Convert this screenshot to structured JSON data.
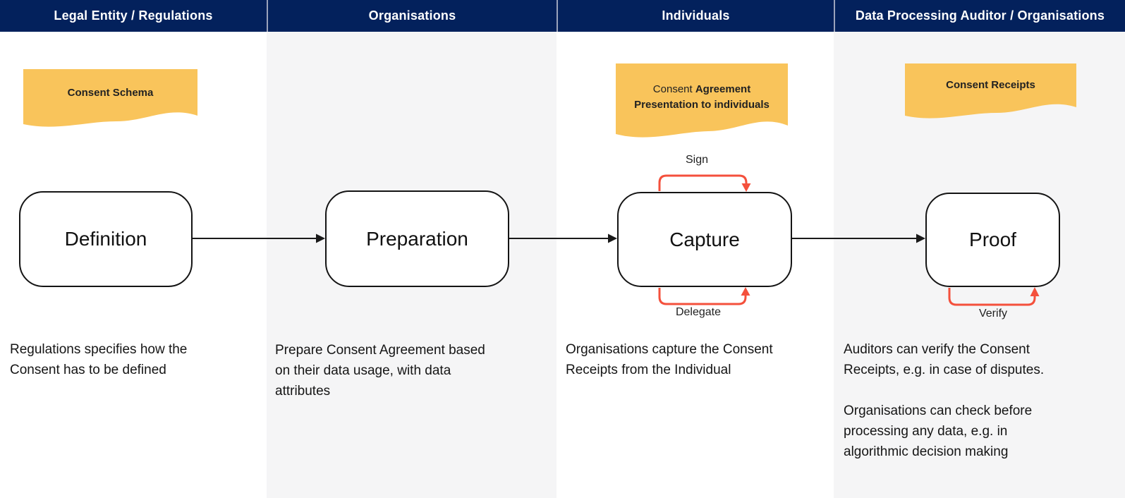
{
  "columns": [
    {
      "header": "Legal Entity / Regulations",
      "doc": {
        "label": "Consent Schema"
      },
      "node": "Definition",
      "description": "Regulations specifies how the\nConsent has to be defined"
    },
    {
      "header": "Organisations",
      "node": "Preparation",
      "description": "Prepare Consent Agreement based\non their data usage, with data\nattributes"
    },
    {
      "header": "Individuals",
      "doc": {
        "label_prefix": "Consent ",
        "label_bold": "Agreement Presentation to individuals"
      },
      "node": "Capture",
      "loops": {
        "top": "Sign",
        "bottom": "Delegate"
      },
      "description": "Organisations capture the Consent\nReceipts from the Individual"
    },
    {
      "header": "Data Processing Auditor / Organisations",
      "doc": {
        "label": "Consent Receipts"
      },
      "node": "Proof",
      "loops": {
        "bottom": "Verify"
      },
      "description": "Auditors can verify the Consent\nReceipts, e.g. in case of disputes.\n\nOrganisations can check before\nprocessing any data, e.g. in\nalgorithmic decision making"
    }
  ],
  "colors": {
    "header_bg": "#03215c",
    "header_text": "#ffffff",
    "doc_fill": "#f9c45b",
    "loop_arrow": "#f4503c",
    "connector": "#1a1a1a",
    "alt_band_bg": "#f5f5f6"
  }
}
